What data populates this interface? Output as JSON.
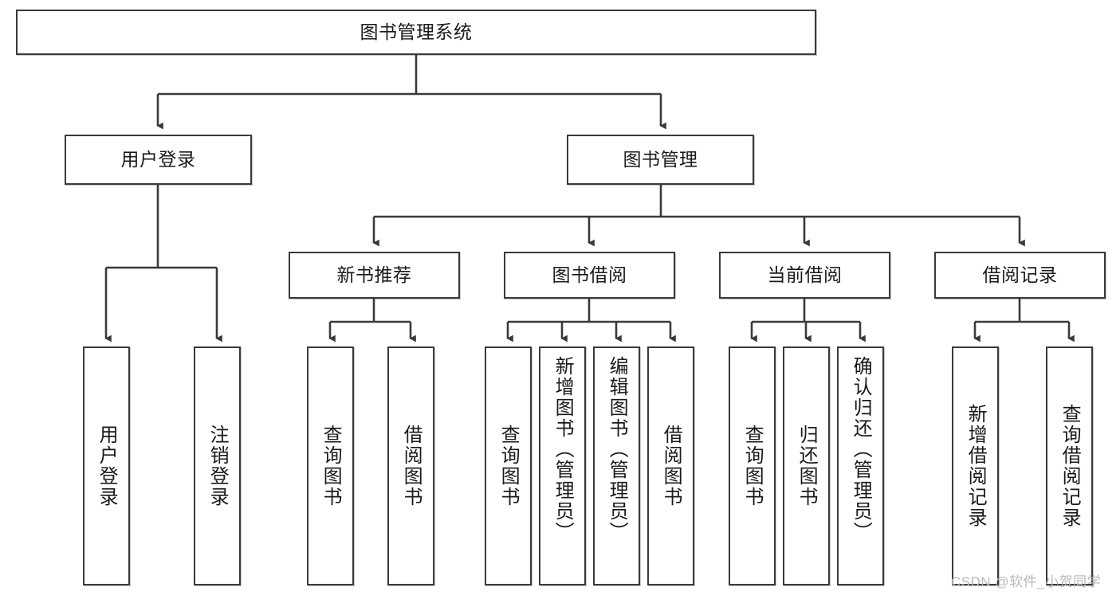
{
  "diagram": {
    "title": "图书管理系统",
    "type": "tree",
    "orientation": "top-down",
    "line_color": "#3a3a3a",
    "box_fill": "#ffffff",
    "text_color": "#1a1a1a"
  },
  "nodes": {
    "root": {
      "label": "图书管理系统",
      "level": 0
    },
    "l1": [
      {
        "id": "user-login",
        "label": "用户登录",
        "level": 1
      },
      {
        "id": "book-manage",
        "label": "图书管理",
        "level": 1
      }
    ],
    "l2": [
      {
        "id": "new-book-recommend",
        "label": "新书推荐",
        "level": 2,
        "parent": "book-manage"
      },
      {
        "id": "book-borrow",
        "label": "图书借阅",
        "level": 2,
        "parent": "book-manage"
      },
      {
        "id": "current-borrow",
        "label": "当前借阅",
        "level": 2,
        "parent": "book-manage"
      },
      {
        "id": "borrow-record",
        "label": "借阅记录",
        "level": 2,
        "parent": "book-manage"
      }
    ],
    "leaves": [
      {
        "id": "leaf-user-login",
        "label": "用户登录",
        "parent": "user-login"
      },
      {
        "id": "leaf-logout-login",
        "label": "注销登录",
        "parent": "user-login"
      },
      {
        "id": "leaf-query-book-1",
        "label": "查询图书",
        "parent": "new-book-recommend"
      },
      {
        "id": "leaf-borrow-book-1",
        "label": "借阅图书",
        "parent": "new-book-recommend"
      },
      {
        "id": "leaf-query-book-2",
        "label": "查询图书",
        "parent": "book-borrow"
      },
      {
        "id": "leaf-add-book",
        "label": "新增图书（管理员）",
        "parent": "book-borrow"
      },
      {
        "id": "leaf-edit-book",
        "label": "编辑图书（管理员）",
        "parent": "book-borrow"
      },
      {
        "id": "leaf-borrow-book-2",
        "label": "借阅图书",
        "parent": "book-borrow"
      },
      {
        "id": "leaf-query-book-3",
        "label": "查询图书",
        "parent": "current-borrow"
      },
      {
        "id": "leaf-return-book",
        "label": "归还图书",
        "parent": "current-borrow"
      },
      {
        "id": "leaf-confirm-return",
        "label": "确认归还（管理员）",
        "parent": "current-borrow"
      },
      {
        "id": "leaf-add-record",
        "label": "新增借阅记录",
        "parent": "borrow-record"
      },
      {
        "id": "leaf-query-record",
        "label": "查询借阅记录",
        "parent": "borrow-record"
      }
    ]
  },
  "watermark": {
    "text": "CSDN @软件_小贺同学"
  }
}
